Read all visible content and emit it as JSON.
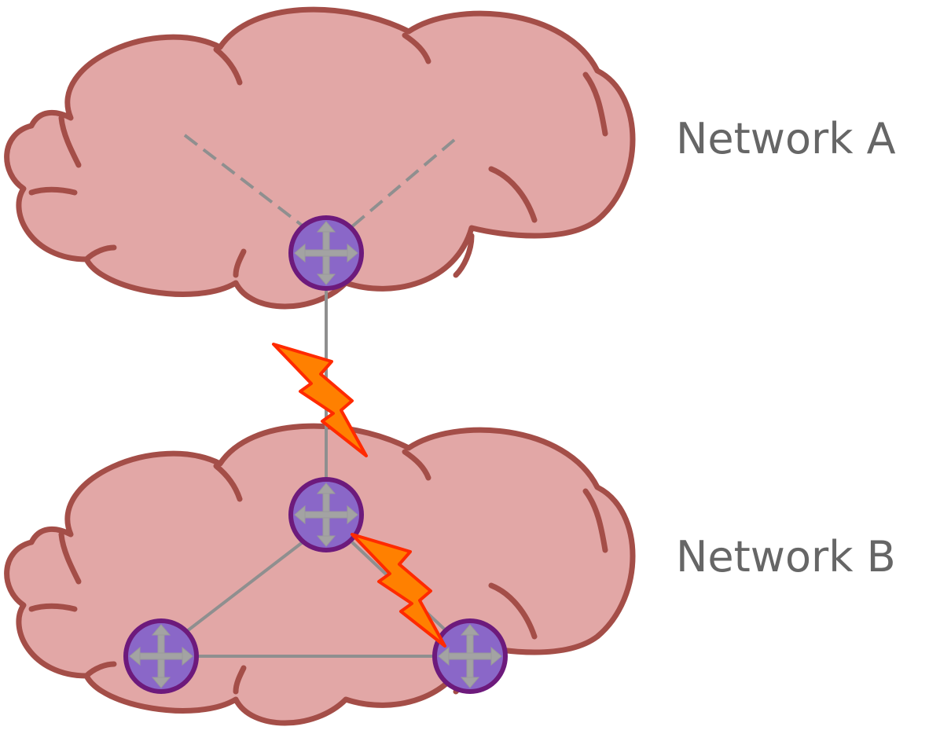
{
  "networks": [
    {
      "id": "a",
      "label": "Network A"
    },
    {
      "id": "b",
      "label": "Network B"
    }
  ],
  "routers": [
    {
      "id": "a-border",
      "network": "a"
    },
    {
      "id": "b-top",
      "network": "b"
    },
    {
      "id": "b-left",
      "network": "b"
    },
    {
      "id": "b-right",
      "network": "b"
    }
  ],
  "links": [
    {
      "from": "a-border",
      "to": "b-top",
      "style": "solid",
      "failed": true
    },
    {
      "from": "b-top",
      "to": "b-left",
      "style": "solid",
      "failed": false
    },
    {
      "from": "b-top",
      "to": "b-right",
      "style": "solid",
      "failed": true
    },
    {
      "from": "b-left",
      "to": "b-right",
      "style": "solid",
      "failed": false
    },
    {
      "from": "a-border",
      "to": "network-a-interior",
      "style": "dashed",
      "failed": false
    },
    {
      "from": "a-border",
      "to": "network-a-interior",
      "style": "dashed",
      "failed": false
    }
  ],
  "colors": {
    "cloud_fill": "#e2a7a6",
    "cloud_outline": "#a44e48",
    "router_fill": "#8a67c8",
    "router_ring": "#6d1a7c",
    "router_arrows": "#a3a3a3",
    "link": "#8f8f8f",
    "failure_fill": "#ff8000",
    "failure_outline": "#ff2a00",
    "label_text": "#666666"
  },
  "icons": [
    "cloud-icon",
    "router-icon",
    "lightning-bolt-icon"
  ]
}
